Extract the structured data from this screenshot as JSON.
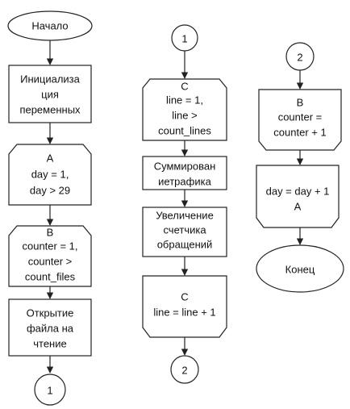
{
  "nodes": {
    "start": {
      "lines": [
        "Начало"
      ]
    },
    "init_vars": {
      "lines": [
        "Инициализа",
        "ция",
        "переменных"
      ]
    },
    "loop_a_start": {
      "lines": [
        "A",
        "day = 1,",
        "day > 29"
      ]
    },
    "loop_b_start": {
      "lines": [
        "B",
        "counter = 1,",
        "counter >",
        "count_files"
      ]
    },
    "open_file": {
      "lines": [
        "Открытие",
        "файла на",
        "чтение"
      ]
    },
    "connector_1_out": {
      "lines": [
        "1"
      ]
    },
    "connector_1_in": {
      "lines": [
        "1"
      ]
    },
    "loop_c_start": {
      "lines": [
        "C",
        "line = 1,",
        "line >",
        "count_lines"
      ]
    },
    "sum_traffic": {
      "lines": [
        "Суммирован",
        "иетрафика"
      ]
    },
    "inc_counter": {
      "lines": [
        "Увеличение",
        "счетчика",
        "обращений"
      ]
    },
    "loop_c_end": {
      "lines": [
        "C",
        "line = line + 1"
      ]
    },
    "connector_2_out": {
      "lines": [
        "2"
      ]
    },
    "connector_2_in": {
      "lines": [
        "2"
      ]
    },
    "loop_b_end": {
      "lines": [
        "B",
        "counter =",
        "counter + 1"
      ]
    },
    "loop_a_end": {
      "lines": [
        "day = day + 1",
        "A"
      ]
    },
    "end": {
      "lines": [
        "Конец"
      ]
    }
  }
}
